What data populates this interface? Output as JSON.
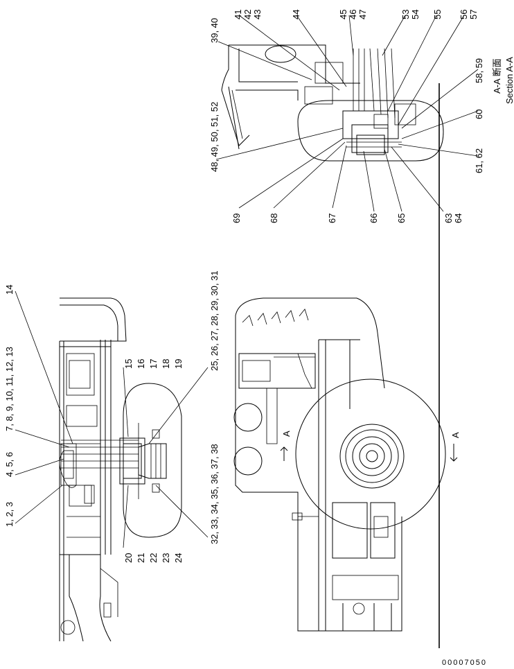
{
  "callouts": {
    "c1": "1, 2, 3",
    "c4": "4, 5, 6",
    "c7": "7, 8, 9, 10, 11, 12, 13",
    "c14": "14",
    "c15": "15",
    "c16": "16",
    "c17": "17",
    "c18": "18",
    "c19": "19",
    "c20": "20",
    "c21": "21",
    "c22": "22",
    "c23": "23",
    "c24": "24",
    "c25": "25, 26, 27, 28, 29, 30, 31",
    "c32": "32, 33, 34, 35, 36, 37, 38",
    "c39": "39, 40",
    "c41": "41",
    "c42": "42",
    "c43": "43",
    "c44": "44",
    "c45": "45",
    "c46": "46",
    "c47": "47",
    "c48": "48, 49, 50, 51, 52",
    "c53": "53",
    "c54": "54",
    "c55": "55",
    "c56": "56",
    "c57": "57",
    "c58": "58, 59",
    "c60": "60",
    "c61": "61, 62",
    "c63": "63",
    "c64": "64",
    "c65": "65",
    "c66": "66",
    "c67": "67",
    "c68": "68",
    "c69": "69"
  },
  "section": {
    "title_jp": "A-A 断面",
    "title_en": "Section A-A",
    "arrow_label_1": "A",
    "arrow_label_2": "A"
  },
  "drawing_number": "00007050"
}
